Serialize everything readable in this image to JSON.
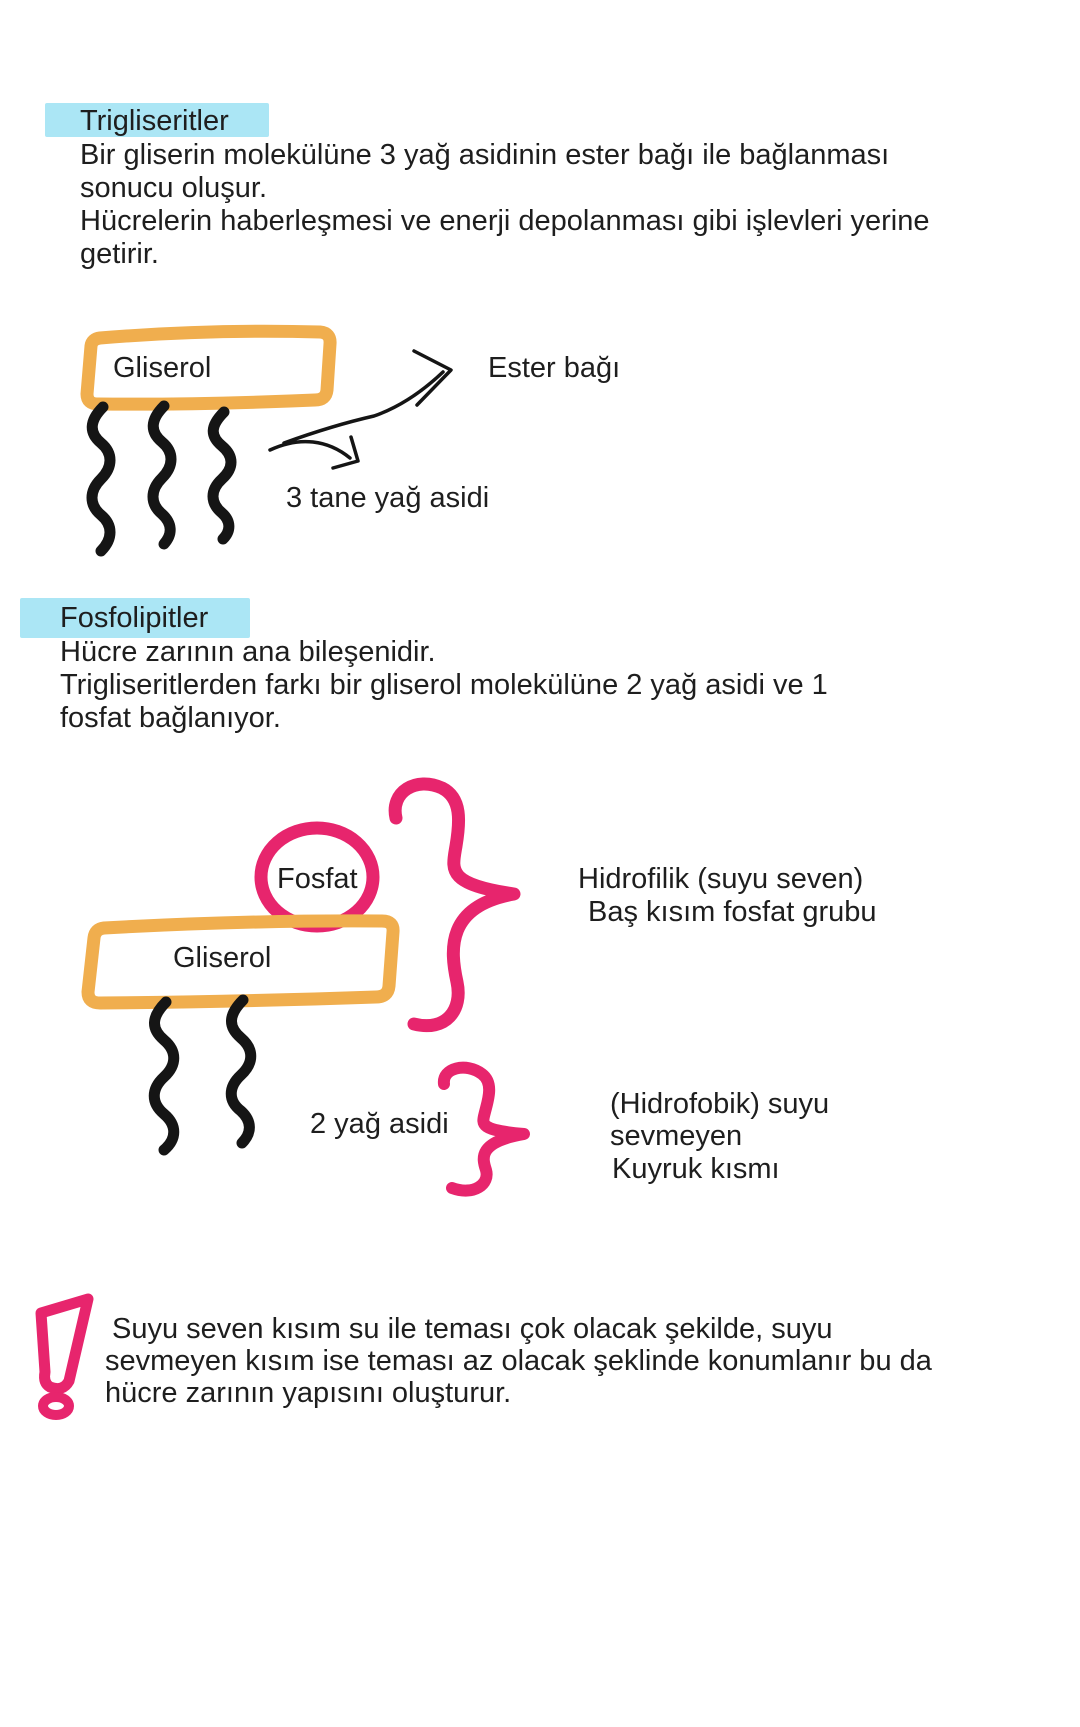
{
  "colors": {
    "highlight": "#abe6f5",
    "orange": "#f0ae4e",
    "pink": "#e7256d",
    "ink": "#1e1e1e"
  },
  "section_trigliseritler": {
    "title": "Trigliseritler",
    "body_lines": [
      "Bir gliserin molekülüne 3 yağ asidinin ester bağı ile bağlanması",
      "sonucu oluşur.",
      "Hücrelerin haberleşmesi ve enerji depolanması gibi işlevleri yerine",
      "getirir."
    ],
    "diagram": {
      "glycerol_label": "Gliserol",
      "ester_bond_label": "Ester bağı",
      "fatty_acids_label": "3 tane yağ asidi"
    }
  },
  "section_fosfolipitler": {
    "title": "Fosfolipitler",
    "body_lines": [
      "Hücre zarının ana bileşenidir.",
      "Trigliseritlerden farkı bir gliserol molekülüne 2 yağ asidi ve 1",
      "fosfat bağlanıyor."
    ],
    "diagram": {
      "phosphate_label": "Fosfat",
      "glycerol_label": "Gliserol",
      "hydrophilic_lines": [
        "Hidrofilik (suyu seven)",
        "Baş kısım fosfat grubu"
      ],
      "fatty_acids_label": "2 yağ asidi",
      "hydrophobic_lines": [
        "(Hidrofobik) suyu",
        "sevmeyen",
        "Kuyruk kısmı"
      ]
    }
  },
  "note": {
    "lines": [
      "Suyu seven kısım su ile teması çok olacak şekilde, suyu",
      "sevmeyen kısım ise teması az olacak şeklinde konumlanır bu da",
      "hücre zarının yapısını oluşturur."
    ]
  }
}
